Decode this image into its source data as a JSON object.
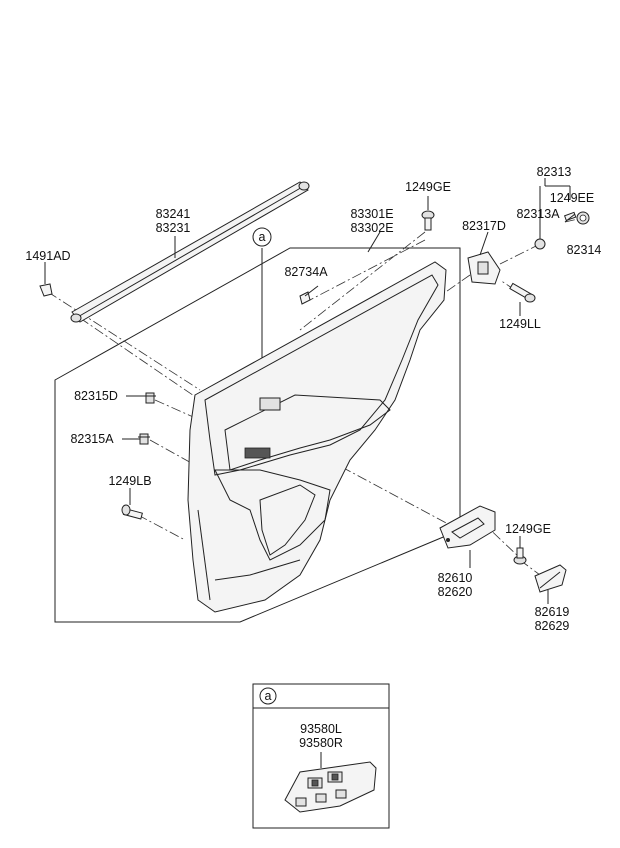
{
  "labels": {
    "p82313": "82313",
    "p1249GE_top": "1249GE",
    "p1249EE": "1249EE",
    "p82313A": "82313A",
    "p83241": "83241",
    "p83231": "83231",
    "p83301E": "83301E",
    "p83302E": "83302E",
    "p82317D": "82317D",
    "p82314": "82314",
    "p1491AD": "1491AD",
    "p82734A": "82734A",
    "p1249LL": "1249LL",
    "p82315D": "82315D",
    "p82315A": "82315A",
    "p1249LB": "1249LB",
    "p1249GE_bottom": "1249GE",
    "p82610": "82610",
    "p82620": "82620",
    "p82619": "82619",
    "p82629": "82629",
    "p93580L": "93580L",
    "p93580R": "93580R"
  },
  "callouts": {
    "main": "a",
    "detail": "a"
  }
}
